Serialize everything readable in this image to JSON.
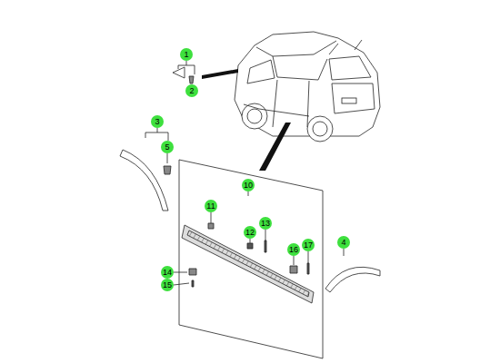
{
  "diagram": {
    "labels": [
      "1",
      "2",
      "3",
      "5",
      "10",
      "11",
      "13",
      "12",
      "17",
      "4",
      "16",
      "14",
      "15"
    ]
  }
}
